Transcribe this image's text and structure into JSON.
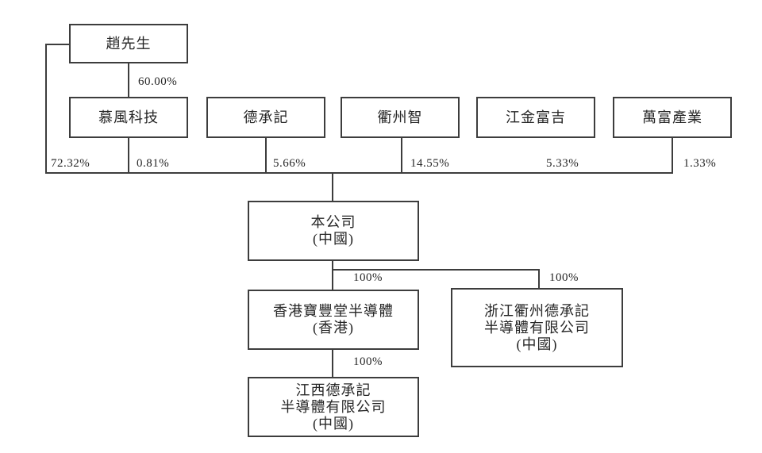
{
  "diagram": {
    "type": "shareholding-structure",
    "colors": {
      "line": "#3d3d3d",
      "text": "#262626",
      "background": "#ffffff"
    },
    "nodes": {
      "zhao": {
        "lines": [
          "趙先生"
        ]
      },
      "mufeng": {
        "lines": [
          "慕風科技"
        ]
      },
      "dechengji": {
        "lines": [
          "德承記"
        ]
      },
      "quzhouzhi": {
        "lines": [
          "衢州智"
        ]
      },
      "jiangjinfuji": {
        "lines": [
          "江金富吉"
        ]
      },
      "wanfu": {
        "lines": [
          "萬富產業"
        ]
      },
      "company": {
        "lines": [
          "本公司",
          "(中國)"
        ]
      },
      "hongkong": {
        "lines": [
          "香港寶豐堂半導體",
          "(香港)"
        ]
      },
      "zhejiang": {
        "lines": [
          "浙江衢州德承記",
          "半導體有限公司",
          "(中國)"
        ]
      },
      "jiangxi": {
        "lines": [
          "江西德承記",
          "半導體有限公司",
          "(中國)"
        ]
      }
    },
    "edges": {
      "zhao_mufeng": "60.00%",
      "zhao_company": "72.32%",
      "mufeng_company": "0.81%",
      "dechengji_company": "5.66%",
      "quzhouzhi_company": "14.55%",
      "jiangjinfuji_company": "5.33%",
      "wanfu_company": "1.33%",
      "company_hongkong": "100%",
      "company_zhejiang": "100%",
      "hongkong_jiangxi": "100%"
    }
  }
}
